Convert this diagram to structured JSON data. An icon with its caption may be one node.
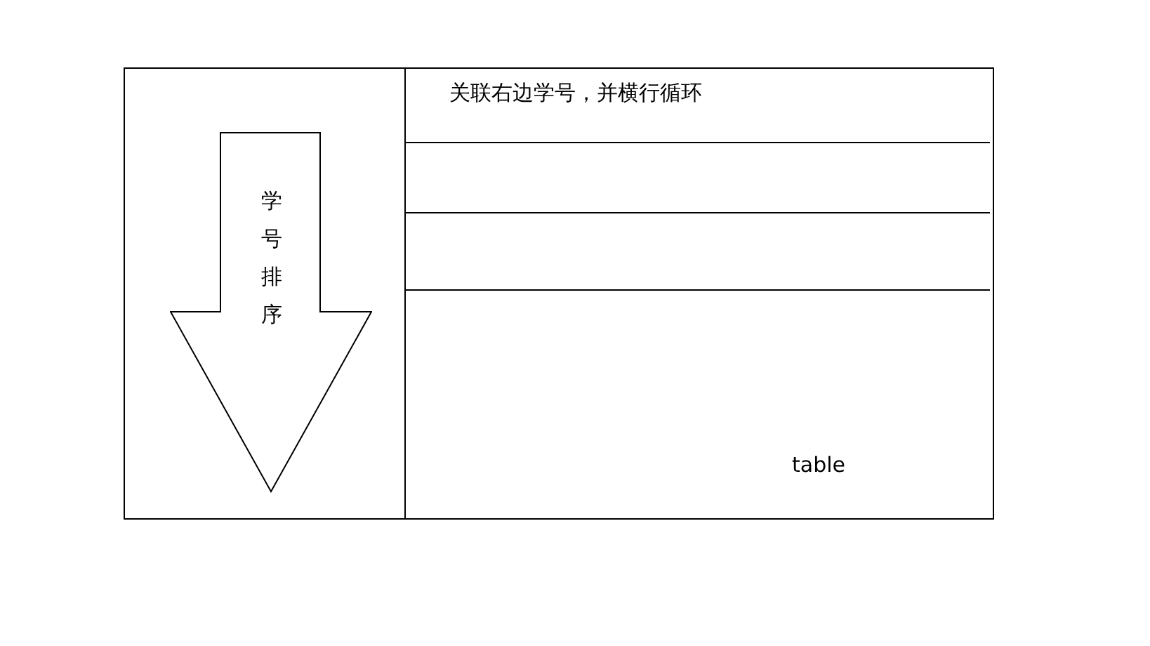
{
  "diagram": {
    "nodes": [
      {
        "text": [],
        "shape": "box"
      },
      {
        "text": [
          "学号排序"
        ],
        "in": 0
      },
      {
        "text": [
          "关联右边学号，并横行循环",
          "table"
        ]
      }
    ],
    "edges": []
  }
}
